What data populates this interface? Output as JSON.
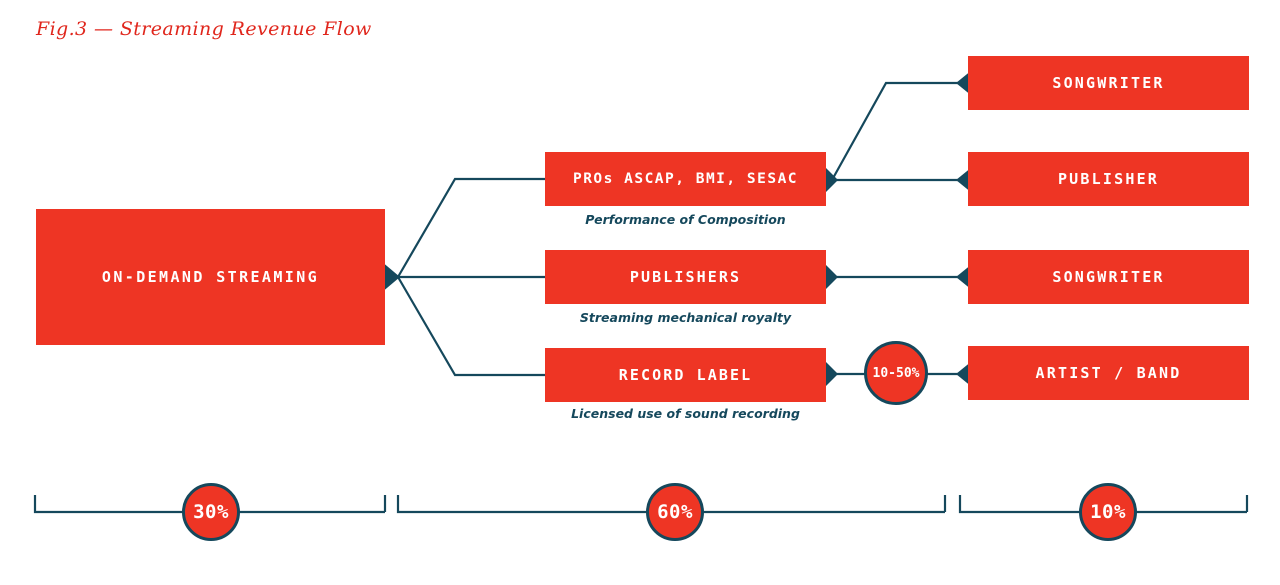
{
  "figure": {
    "title": "Fig.3 — Streaming Revenue Flow",
    "colors": {
      "node_fill": "#EE3524",
      "line": "#15485C",
      "node_text": "#FFFFFF",
      "title_text": "#E0261C",
      "background": "#FFFFFF"
    }
  },
  "nodes": {
    "source": {
      "label": "ON-DEMAND STREAMING"
    },
    "middle": [
      {
        "label": "PROs ASCAP, BMI, SESAC",
        "caption": "Performance of Composition"
      },
      {
        "label": "PUBLISHERS",
        "caption": "Streaming mechanical royalty"
      },
      {
        "label": "RECORD LABEL",
        "caption": "Licensed use of sound recording"
      }
    ],
    "right": [
      {
        "label": "SONGWRITER"
      },
      {
        "label": "PUBLISHER"
      },
      {
        "label": "SONGWRITER"
      },
      {
        "label": "ARTIST / BAND"
      }
    ]
  },
  "badges": {
    "split": {
      "value": "10-50%"
    },
    "shares": [
      {
        "value": "30%"
      },
      {
        "value": "60%"
      },
      {
        "value": "10%"
      }
    ]
  },
  "brackets": [
    {
      "value": "30%"
    },
    {
      "value": "60%"
    },
    {
      "value": "10%"
    }
  ]
}
